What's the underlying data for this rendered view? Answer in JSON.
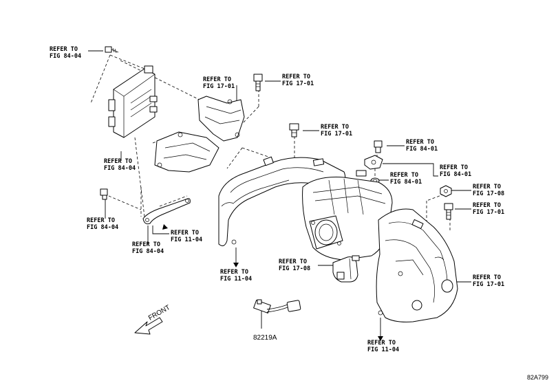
{
  "diagram": {
    "code": "82A799",
    "front_label": "FRONT",
    "part_number": "82219A",
    "references": [
      {
        "id": "ref-84-04-top",
        "line1": "REFER TO",
        "line2": "FIG 84-04"
      },
      {
        "id": "ref-17-01-bracket",
        "line1": "REFER TO",
        "line2": "FIG 17-01"
      },
      {
        "id": "ref-17-01-bolt",
        "line1": "REFER TO",
        "line2": "FIG 17-01"
      },
      {
        "id": "ref-17-01-stud",
        "line1": "REFER TO",
        "line2": "FIG 17-01"
      },
      {
        "id": "ref-84-01-bolt",
        "line1": "REFER TO",
        "line2": "FIG 84-01"
      },
      {
        "id": "ref-84-01-sensor",
        "line1": "REFER TO",
        "line2": "FIG 84-01"
      },
      {
        "id": "ref-84-01-seal",
        "line1": "REFER TO",
        "line2": "FIG 84-01"
      },
      {
        "id": "ref-17-08-nut",
        "line1": "REFER TO",
        "line2": "FIG 17-08"
      },
      {
        "id": "ref-17-01-right-bolt",
        "line1": "REFER TO",
        "line2": "FIG 17-01"
      },
      {
        "id": "ref-84-04-ecu",
        "line1": "REFER TO",
        "line2": "FIG 84-04"
      },
      {
        "id": "ref-84-04-left-bolt",
        "line1": "REFER TO",
        "line2": "FIG 84-04"
      },
      {
        "id": "ref-11-04-clamp",
        "line1": "REFER TO",
        "line2": "FIG 11-04"
      },
      {
        "id": "ref-84-04-clamp",
        "line1": "REFER TO",
        "line2": "FIG 84-04"
      },
      {
        "id": "ref-11-04-bottom-left",
        "line1": "REFER TO",
        "line2": "FIG 11-04"
      },
      {
        "id": "ref-17-08-valve",
        "line1": "REFER TO",
        "line2": "FIG 17-08"
      },
      {
        "id": "ref-17-01-manifold-right",
        "line1": "REFER TO",
        "line2": "FIG 17-01"
      },
      {
        "id": "ref-11-04-bottom",
        "line1": "REFER TO",
        "line2": "FIG 11-04"
      }
    ]
  }
}
